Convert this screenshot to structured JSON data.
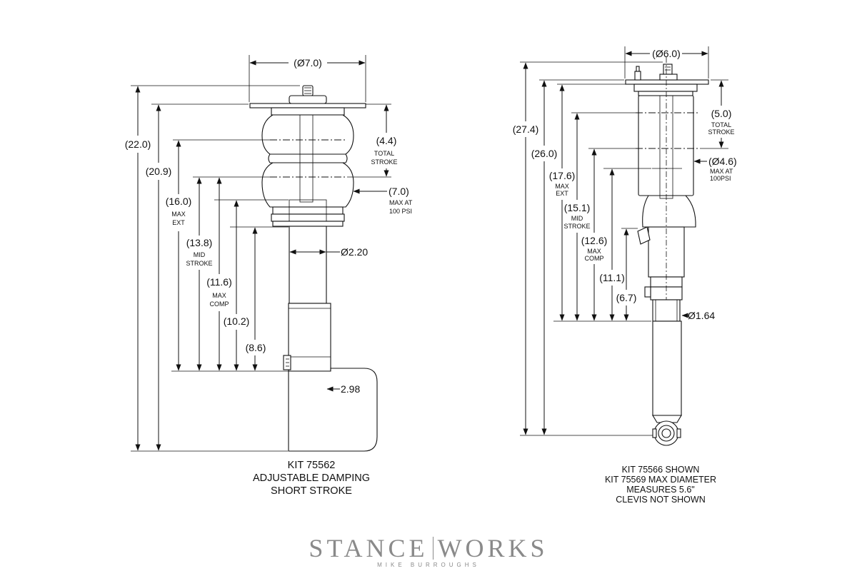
{
  "left": {
    "dia_top": "(Ø7.0)",
    "overall": "(22.0)",
    "upper": "(20.9)",
    "max_ext": "(16.0)",
    "max_ext_lbl": [
      "MAX",
      "EXT"
    ],
    "mid": "(13.8)",
    "mid_lbl": [
      "MID",
      "STROKE"
    ],
    "max_comp": "(11.6)",
    "max_comp_lbl": [
      "MAX",
      "COMP"
    ],
    "d102": "(10.2)",
    "d86": "(8.6)",
    "stroke": "(4.4)",
    "stroke_lbl": [
      "TOTAL",
      "STROKE"
    ],
    "bag": "(7.0)",
    "bag_lbl": [
      "MAX AT",
      "100 PSI"
    ],
    "shaft": "Ø2.20",
    "body": "2.98",
    "caption": [
      "KIT 75562",
      "ADJUSTABLE DAMPING",
      "SHORT STROKE"
    ]
  },
  "right": {
    "dia_top": "(Ø6.0)",
    "overall": "(27.4)",
    "upper": "(26.0)",
    "max_ext": "(17.6)",
    "max_ext_lbl": [
      "MAX",
      "EXT"
    ],
    "mid": "(15.1)",
    "mid_lbl": [
      "MID",
      "STROKE"
    ],
    "max_comp": "(12.6)",
    "max_comp_lbl": [
      "MAX",
      "COMP"
    ],
    "d111": "(11.1)",
    "d67": "(6.7)",
    "stroke": "(5.0)",
    "stroke_lbl": [
      "TOTAL",
      "STROKE"
    ],
    "sleeve": "(Ø4.6)",
    "sleeve_lbl": [
      "MAX AT",
      "100PSI"
    ],
    "shaft": "Ø1.64",
    "caption": [
      "KIT 75566 SHOWN",
      "KIT 75569 MAX DIAMETER",
      "MEASURES 5.6\"",
      "CLEVIS NOT SHOWN"
    ]
  },
  "brand": {
    "name_left": "STANCE",
    "name_right": "WORKS",
    "sub": "MIKE BURROUGHS",
    "color": "#8a8a8a"
  }
}
